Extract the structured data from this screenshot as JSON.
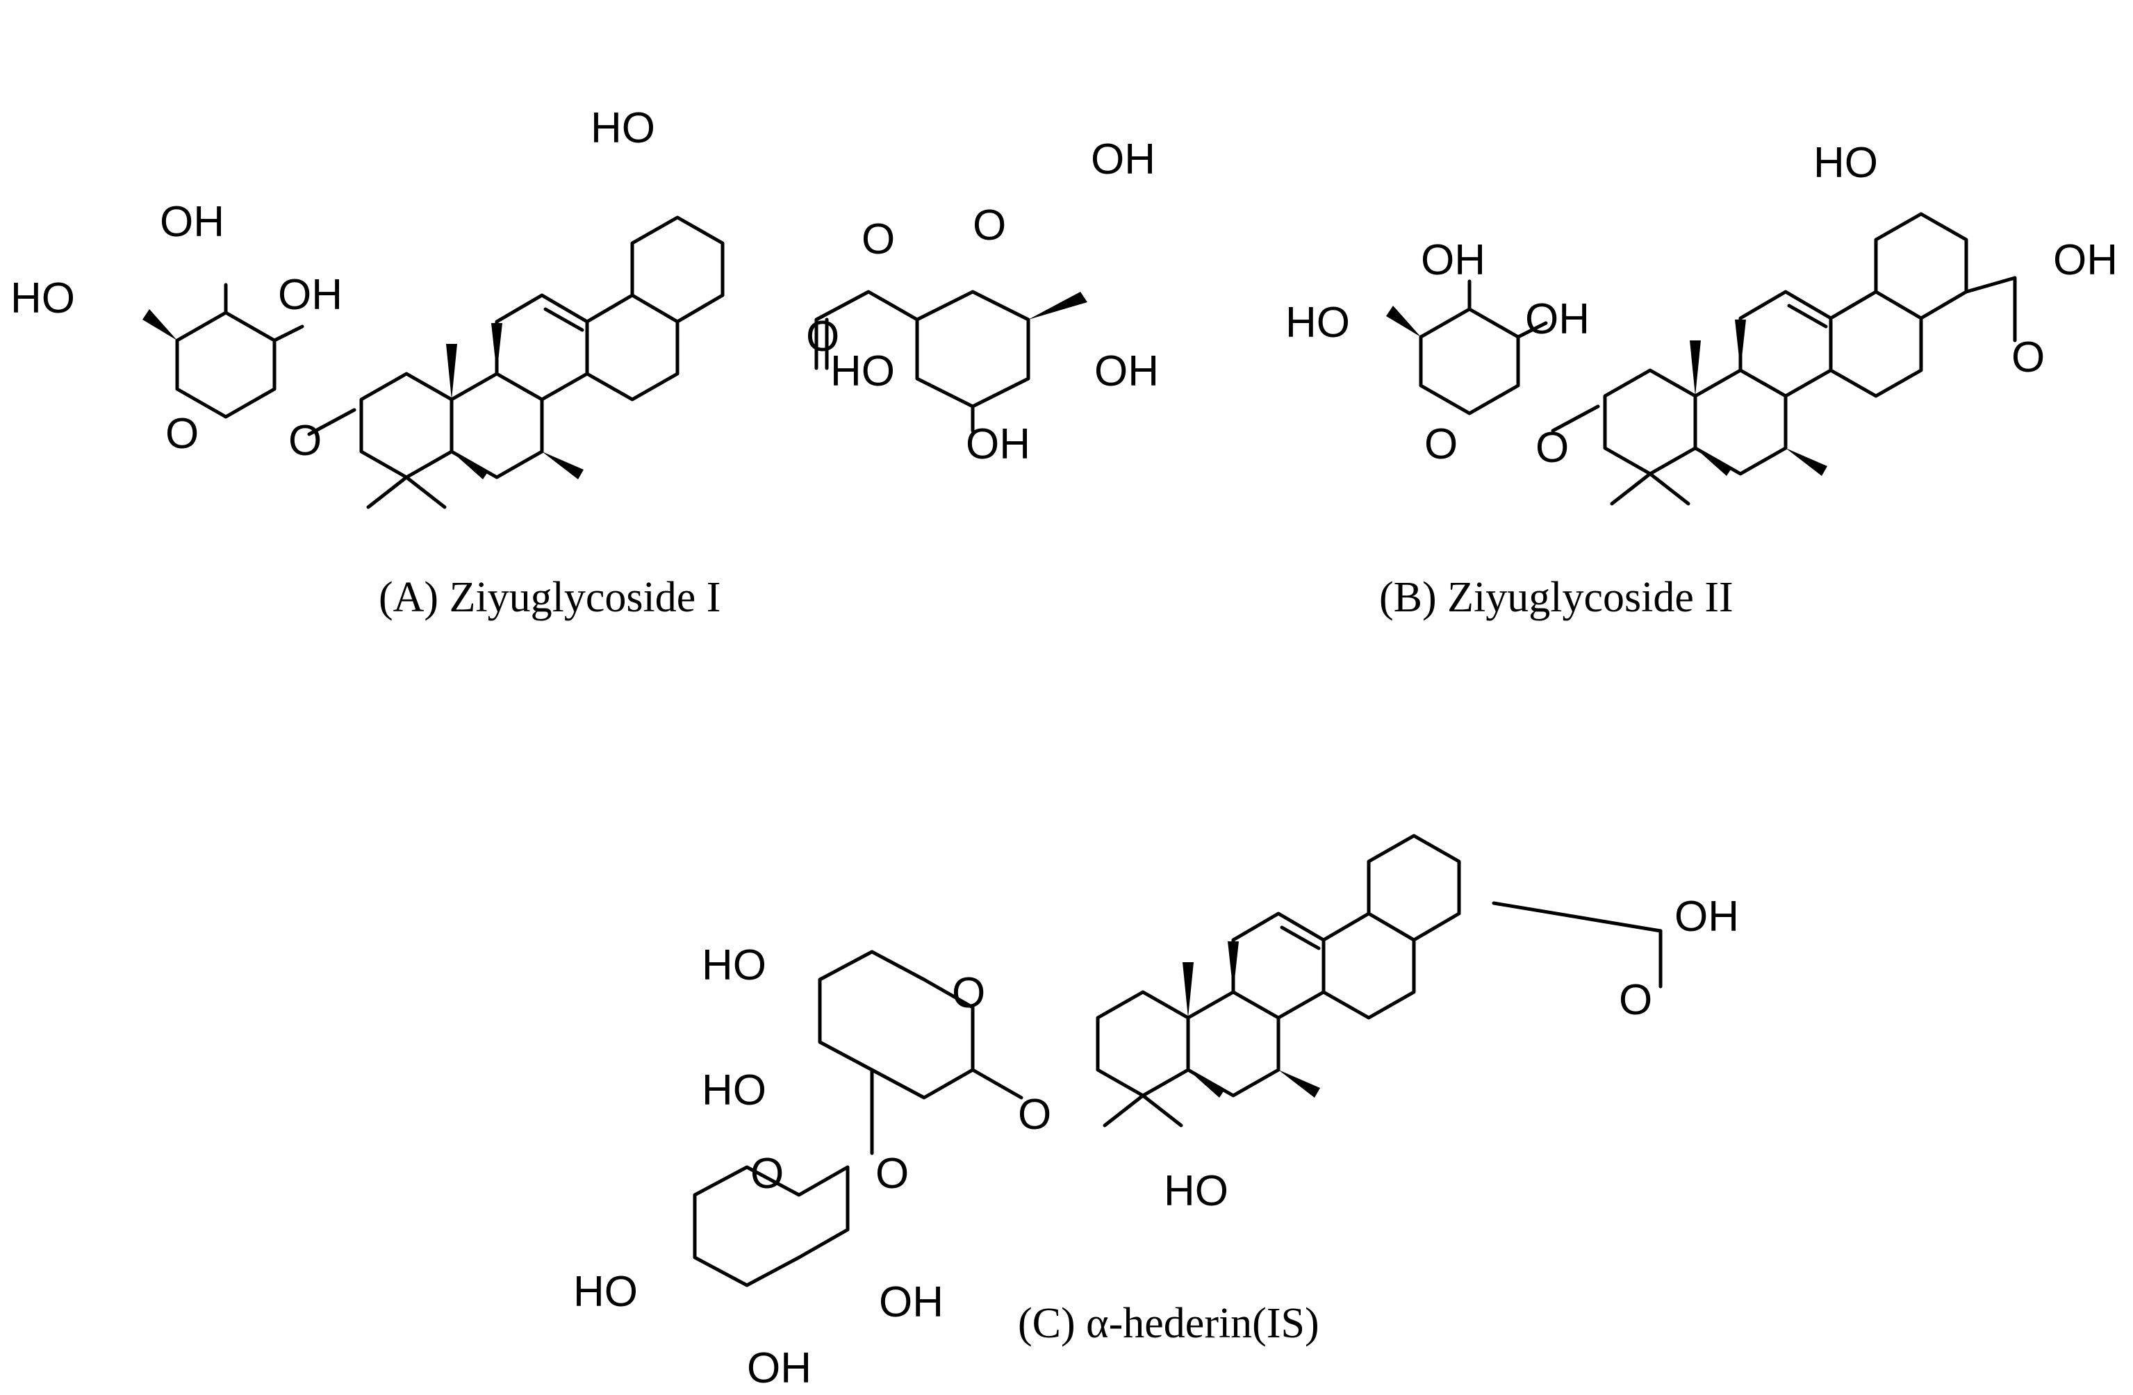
{
  "captions": {
    "a": "(A) Ziyuglycoside I",
    "b": "(B) Ziyuglycoside II",
    "c": "(C) α-hederin(IS)"
  },
  "atoms": {
    "oh": "OH",
    "ho": "HO",
    "o": "O"
  }
}
